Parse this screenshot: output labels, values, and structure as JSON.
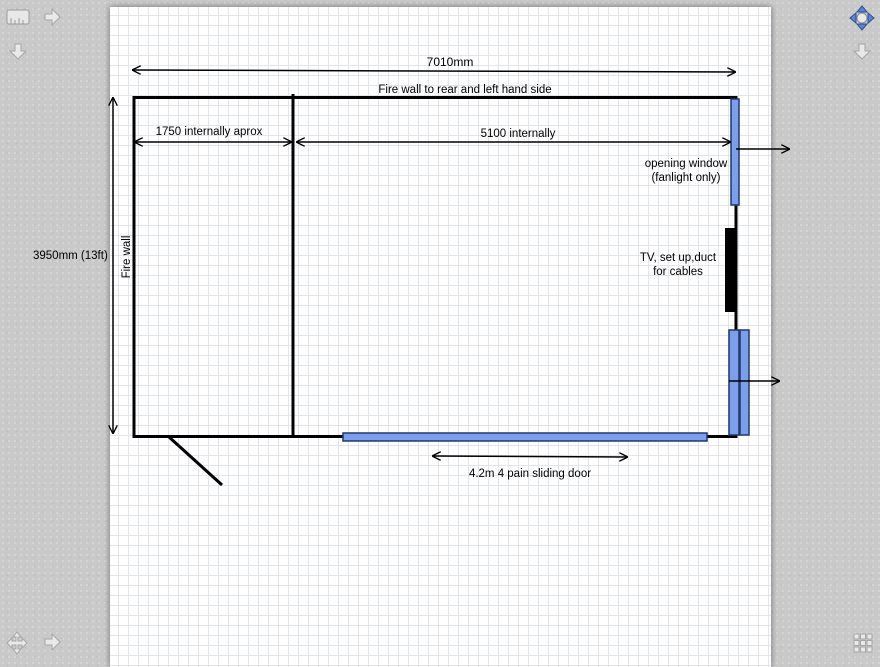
{
  "toolbar": {
    "left_top": [
      "ruler-icon",
      "arrow-right-icon"
    ],
    "left_second": [
      "arrow-down-icon"
    ],
    "right_top": [
      "pan-navigate-icon"
    ],
    "right_second": [
      "arrow-down-icon"
    ],
    "left_bottom": [
      "move-arrows-icon",
      "arrow-right-icon"
    ],
    "right_bottom": [
      "grid-icon"
    ]
  },
  "labels": {
    "overall_width": "7010mm",
    "fire_wall_rear": "Fire wall to rear and left hand side",
    "left_room_width": "1750 internally aprox",
    "main_room_width": "5100 internally",
    "overall_depth": "3950mm (13ft)",
    "fire_wall": "Fire wall",
    "window_line1": "opening window",
    "window_line2": "(fanlight only)",
    "tv_line1": "TV, set up,duct",
    "tv_line2": "for cables",
    "door": "4.2m 4 pain sliding door"
  },
  "colors": {
    "glazing": "#7d9ee8",
    "glazing_stroke": "#1f3870",
    "wall": "#000000",
    "page_grid": "#e2e6ec"
  }
}
